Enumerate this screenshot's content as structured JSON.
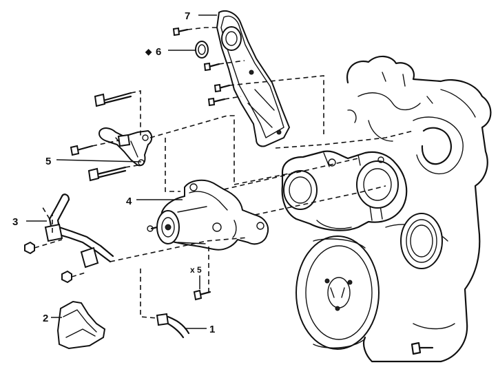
{
  "callouts": {
    "c1": "1",
    "c2": "2",
    "c3": "3",
    "c4": "4",
    "c5_bracket": "5",
    "c5_bolt": "x 5",
    "c6": "6",
    "c6_marker": "◆",
    "c7": "7"
  }
}
